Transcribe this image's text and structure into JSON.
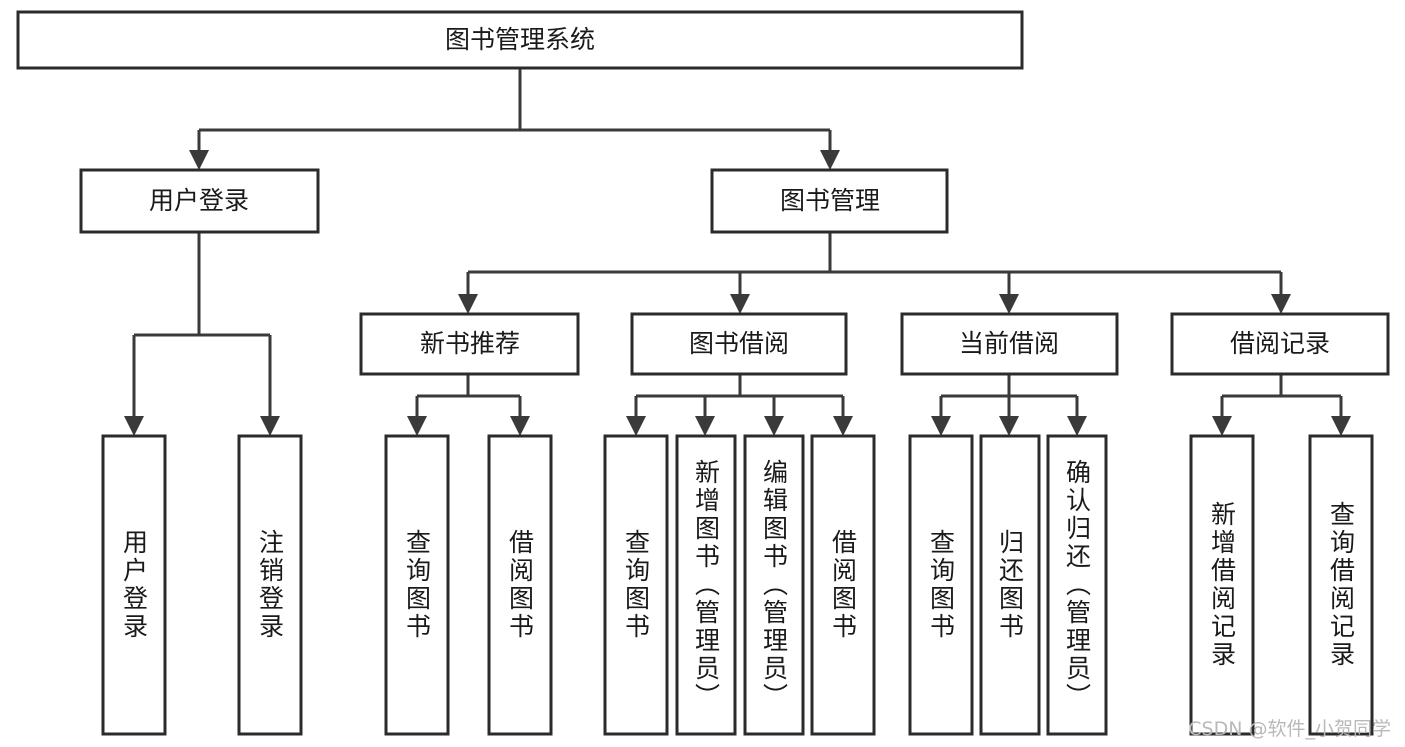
{
  "diagram": {
    "type": "tree-hierarchy-flowchart",
    "title": "图书管理系统",
    "watermark": "CSDN @软件_小贺同学",
    "colors": {
      "box_stroke": "#2b2b2b",
      "box_fill": "#ffffff",
      "connector": "#3a3a3a",
      "text": "#1a1a1a",
      "watermark": "#b9b9b9",
      "background": "#ffffff"
    },
    "levels": {
      "root": {
        "label": "图书管理系统",
        "orientation": "horizontal"
      },
      "level2": [
        {
          "id": "user-login",
          "label": "用户登录",
          "orientation": "horizontal"
        },
        {
          "id": "book-manage",
          "label": "图书管理",
          "orientation": "horizontal"
        }
      ],
      "level3": [
        {
          "id": "new-book-recommend",
          "label": "新书推荐",
          "orientation": "horizontal",
          "parent": "book-manage"
        },
        {
          "id": "book-borrow",
          "label": "图书借阅",
          "orientation": "horizontal",
          "parent": "book-manage"
        },
        {
          "id": "current-borrow",
          "label": "当前借阅",
          "orientation": "horizontal",
          "parent": "book-manage"
        },
        {
          "id": "borrow-record",
          "label": "借阅记录",
          "orientation": "horizontal",
          "parent": "book-manage"
        }
      ],
      "leaves": [
        {
          "id": "leaf-user-login",
          "label": "用户登录",
          "orientation": "vertical",
          "parent": "user-login"
        },
        {
          "id": "leaf-user-logout",
          "label": "注销登录",
          "orientation": "vertical",
          "parent": "user-login"
        },
        {
          "id": "leaf-query-book-1",
          "label": "查询图书",
          "orientation": "vertical",
          "parent": "new-book-recommend"
        },
        {
          "id": "leaf-borrow-book-1",
          "label": "借阅图书",
          "orientation": "vertical",
          "parent": "new-book-recommend"
        },
        {
          "id": "leaf-query-book-2",
          "label": "查询图书",
          "orientation": "vertical",
          "parent": "book-borrow"
        },
        {
          "id": "leaf-add-book",
          "label": "新增图书（管理员）",
          "orientation": "vertical",
          "parent": "book-borrow"
        },
        {
          "id": "leaf-edit-book",
          "label": "编辑图书（管理员）",
          "orientation": "vertical",
          "parent": "book-borrow"
        },
        {
          "id": "leaf-borrow-book-2",
          "label": "借阅图书",
          "orientation": "vertical",
          "parent": "book-borrow"
        },
        {
          "id": "leaf-query-book-3",
          "label": "查询图书",
          "orientation": "vertical",
          "parent": "current-borrow"
        },
        {
          "id": "leaf-return-book",
          "label": "归还图书",
          "orientation": "vertical",
          "parent": "current-borrow"
        },
        {
          "id": "leaf-confirm-return",
          "label": "确认归还（管理员）",
          "orientation": "vertical",
          "parent": "current-borrow"
        },
        {
          "id": "leaf-add-record",
          "label": "新增借阅记录",
          "orientation": "vertical",
          "parent": "borrow-record"
        },
        {
          "id": "leaf-query-record",
          "label": "查询借阅记录",
          "orientation": "vertical",
          "parent": "borrow-record"
        }
      ]
    }
  }
}
